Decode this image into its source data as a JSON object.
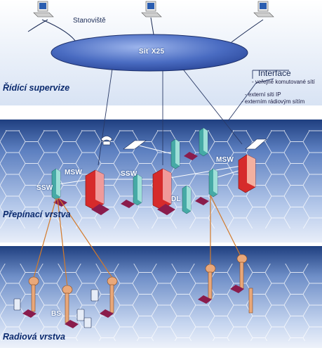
{
  "diagram": {
    "terminals_label": "Stanoviště",
    "network_label": "Síť X25",
    "interface": {
      "title": "Interface",
      "items": [
        "-  veřejné komutované sítí",
        "- externí síti IP",
        "- externím rádiovým sítím"
      ]
    },
    "layers": {
      "supervision": "Řídící  supervize",
      "switching": "Přepínací  vrstva",
      "radio": "Radiová vrstva"
    },
    "nodes": {
      "msw_left": "MSW",
      "msw_right": "MSW",
      "ssw_left": "SSW",
      "ssw_center": "SSW",
      "dl": "DL",
      "bs": "BS"
    },
    "colors": {
      "band_light": "#dde7f6",
      "band_mid": "#a9c0e6",
      "band_dark": "#2c4a88",
      "network_ellipse": "#3f63b8",
      "msw_red": "#d42a2a",
      "ssw_teal": "#4fb3ad",
      "link_orange": "#d37a2a"
    }
  }
}
